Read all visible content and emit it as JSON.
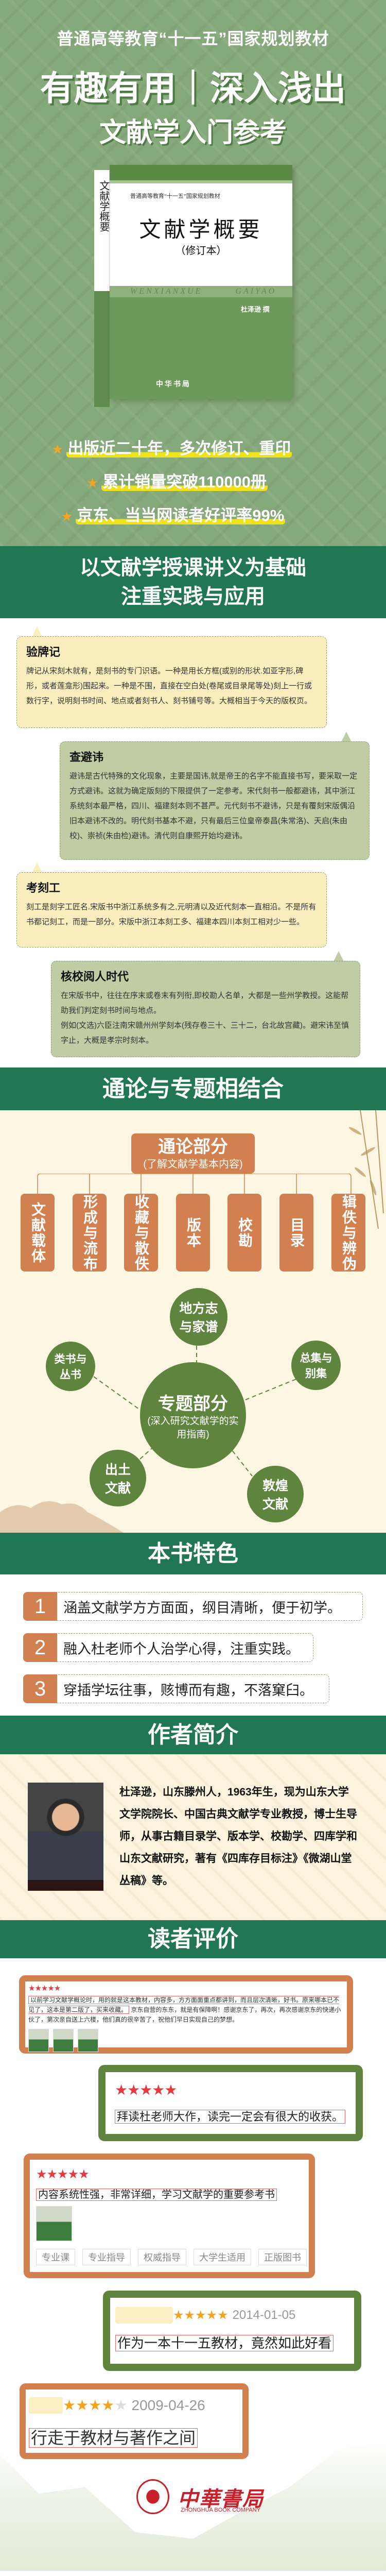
{
  "hero": {
    "line1": "普通高等教育“十一五”国家规划教材",
    "headline": "有趣有用｜深入浅出",
    "subline": "文献学入门参考",
    "book": {
      "series": "普通高等教育“十一五”国家规划教材",
      "title": "文献学概要",
      "edition": "（修订本）",
      "pinyin": "WENXIANXUE        GAIYAO",
      "author": "杜泽逊  撰",
      "publisher": "中华书局"
    },
    "bullets": [
      {
        "icon": "star-icon",
        "text": "出版近二十年，多次修订、重印"
      },
      {
        "icon": "star-icon",
        "text": "累计销量突破110000册"
      },
      {
        "icon": "star-icon",
        "text": "京东、当当网读者好评率99%"
      }
    ]
  },
  "section1": {
    "title_line1": "以文献学授课讲义为基础",
    "title_line2": "注重实践与应用",
    "bubbles": [
      {
        "title": "验牌记",
        "body": "牌记从宋刻木就有，是刻书的专门识语。一种是用长方框(或别的形状.如亚字形,碑形，或者莲龛形)围起来。一种是不围，直接在空白处(卷尾或目录尾等处)刻上一行或数行字，说明刻书时间、地点或者刻书人、刻书铺号等。大概相当于今天的版权页。"
      },
      {
        "title": "查避讳",
        "body": "避讳是古代特殊的文化现象，主要是国讳,就是帝王的名字不能直接书写，要采取一定方式避讳。这就为确定版刻的下限提供了一定参考。宋代刻书一般都避讳，其中浙江系统刻本最严格，四川、福建刻本则不甚严。元代刻书不避讳，只是有覆刻宋版偶沿旧本避讳不改的。明代刻书基本不避，只有最后三位皇帝泰昌(朱常洛)、天启(朱由校)、崇祯(朱由检)避讳。清代则自康熙开始均避讳。"
      },
      {
        "title": "考刻工",
        "body": "刻工是刻字工匠名.宋版书中浙江系统多有之,元明清以及近代刻本一直相沿。不是所有书都记刻工，而是一部分。宋版中浙江本刻工多、福建本四川本刻工相对少一些。"
      },
      {
        "title": "核校阅人时代",
        "body": "在宋版书中，往往在序末或卷末有列衔,即校勘人名单，大都是一些州学教授。这能帮助我们判定刻书时间与地点。",
        "body2": "例如(文选)六臣注南宋赣州州学刻本(残存卷三十、三十二，台北故宫藏)。避宋讳至慎字止，大概是孝宗时刻本。"
      }
    ]
  },
  "section2": {
    "title": "通论与专题相结合",
    "general": {
      "title": "通论部分",
      "subtitle": "(了解文献学基本内容)",
      "children": [
        "文献载体",
        "形成与流布",
        "收藏与散佚",
        "版本",
        "校勘",
        "目录",
        "辑佚与辨伪"
      ]
    },
    "special": {
      "title": "专题部分",
      "subtitle": "(深入研究文献学的实用指南)",
      "topics": [
        "地方志与家谱",
        "类书与丛书",
        "总集与别集",
        "出土文献",
        "敦煌文献"
      ]
    }
  },
  "features": {
    "title": "本书特色",
    "items": [
      {
        "num": "1",
        "text": "涵盖文献学方方面面，纲目清晰，便于初学。"
      },
      {
        "num": "2",
        "text": "融入杜老师个人治学心得，注重实践。"
      },
      {
        "num": "3",
        "text": "穿插学坛往事，赅博而有趣，不落窠臼。"
      }
    ]
  },
  "author": {
    "title": "作者简介",
    "bio": "杜泽逊，山东滕州人，1963年生，现为山东大学文学院院长、中国古典文献学专业教授，博士生导师，从事古籍目录学、版本学、校勘学、四库学和山东文献研究，著有《四库存目标注》《微湖山堂丛稿》等。"
  },
  "reviews": {
    "title": "读者评价",
    "items": [
      {
        "rating": 5,
        "stars": "★★★★★",
        "highlight": "以前学习文献学概论时，用的就是这本教材，内容多，方方面面重点都讲到，而且层次清晰，好书。原来哪本已不见了，这本是第二版了，买来收藏。",
        "rest": "京东自营的东东，就是有保障啊！感谢京东了，再次，再次感谢京东的快递小伙了，第次亲自送上六楼，他们真的很辛苦了，祝他们早日实现自己的梦想。"
      },
      {
        "rating": 5,
        "stars": "★★★★★",
        "highlight": "拜读杜老师大作，读完一定会有很大的收获。"
      },
      {
        "rating": 5,
        "stars": "★★★★★",
        "highlight": "内容系统性强，非常详细，学习文献学的重要参考书",
        "tags": [
          "专业课",
          "专业指导",
          "权威指导",
          "大学生适用",
          "正版图书"
        ]
      },
      {
        "rating": 5,
        "stars": "★★★★★",
        "date": "2014-01-05",
        "highlight": "作为一本十一五教材，竟然如此好看"
      },
      {
        "rating": 4,
        "stars": "★★★★",
        "stars_empty": "★",
        "date": "2009-04-26",
        "highlight": "行走于教材与著作之间"
      }
    ]
  },
  "footer": {
    "logo_cn": "中華書局",
    "logo_en": "ZHONGHUA BOOK COMPANY"
  },
  "colors": {
    "band": "#217653",
    "orange": "#d2804f",
    "green": "#5e843e",
    "highlight": "#efe21a",
    "star": "#f5a623"
  }
}
